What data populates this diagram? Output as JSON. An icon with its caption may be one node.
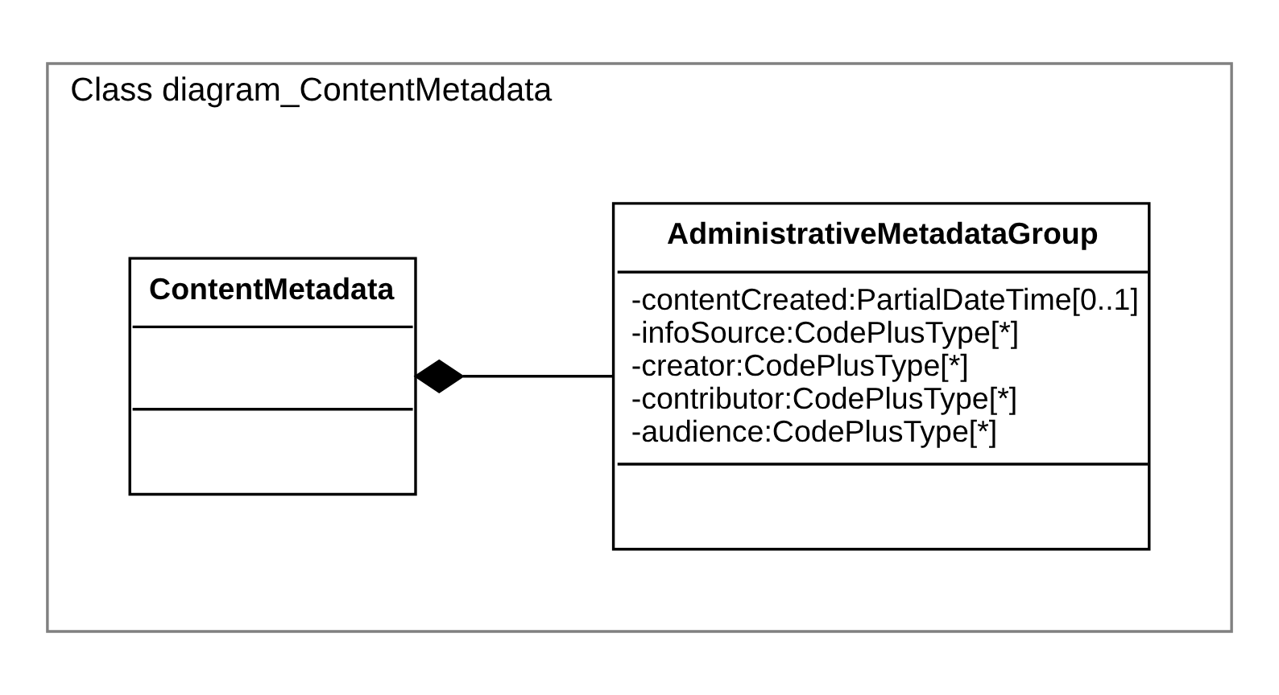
{
  "diagram": {
    "nodes": [
      {
        "text": [
          "Class diagram_ContentMetadata"
        ]
      },
      {
        "text": [
          "ContentMetadata"
        ],
        "in": 0
      },
      {
        "text": [
          "AdministrativeMetadataGroup",
          "-contentCreated:PartialDateTime[0..1]",
          "-infoSource:CodePlusType[*]",
          "-creator:CodePlusType[*]",
          "-contributor:CodePlusType[*]",
          "-audience:CodePlusType[*]"
        ],
        "in": 0
      }
    ],
    "edges": [
      {
        "from": 1,
        "to": 2,
        "arrow": "other"
      }
    ]
  }
}
